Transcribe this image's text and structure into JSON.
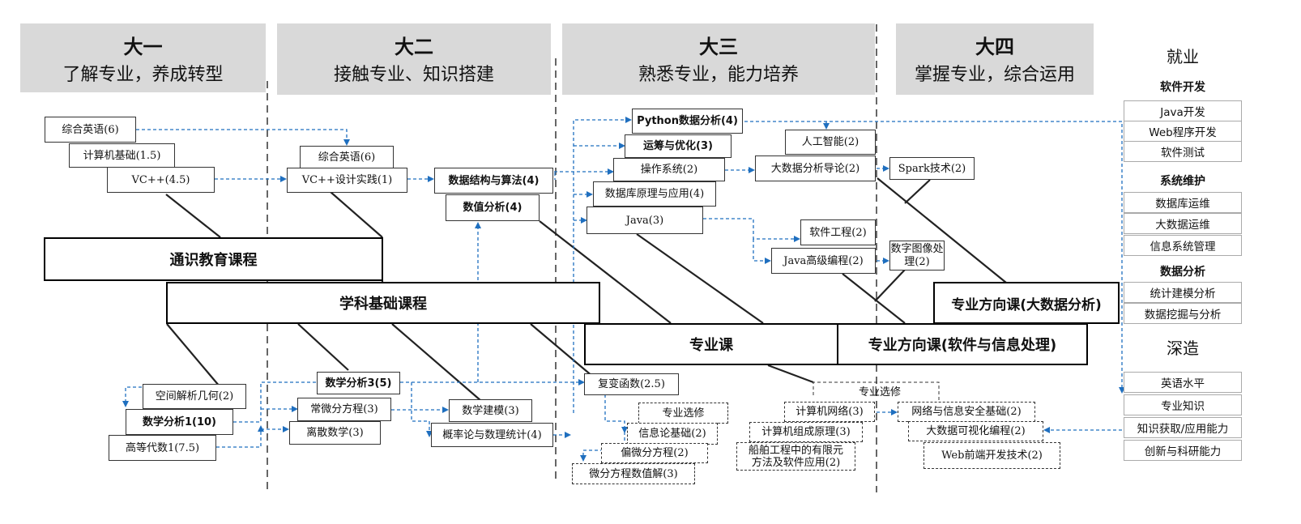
{
  "years": [
    {
      "year": "大一",
      "desc": "了解专业，养成转型"
    },
    {
      "year": "大二",
      "desc": "接触专业、知识搭建"
    },
    {
      "year": "大三",
      "desc": "熟悉专业，能力培养"
    },
    {
      "year": "大四",
      "desc": "掌握专业，综合运用"
    }
  ],
  "main_categories": {
    "general": "通识教育课程",
    "basic": "学科基础课程",
    "major": "专业课",
    "direction_software": "专业方向课(软件与信息处理)",
    "direction_bigdata": "专业方向课(大数据分析)"
  },
  "courses": {
    "english1": "综合英语(6)",
    "computer_basics": "计算机基础(1.5)",
    "vcpp": "VC++(4.5)",
    "english2": "综合英语(6)",
    "vcpp_practice": "VC++设计实践(1)",
    "data_structures": "数据结构与算法(4)",
    "numerical_analysis": "数值分析(4)",
    "python_analysis": "Python数据分析(4)",
    "optimization": "运筹与优化(3)",
    "os": "操作系统(2)",
    "db_principles": "数据库原理与应用(4)",
    "java": "Java(3)",
    "ai": "人工智能(2)",
    "bigdata_intro": "大数据分析导论(2)",
    "spark": "Spark技术(2)",
    "software_eng": "软件工程(2)",
    "java_advanced": "Java高级编程(2)",
    "digital_image": "数字图像处理(2)",
    "analytic_geometry": "空间解析几何(2)",
    "math_analysis1": "数学分析1(10)",
    "advanced_algebra": "高等代数1(7.5)",
    "math_analysis3": "数学分析3(5)",
    "ode": "常微分方程(3)",
    "discrete_math": "离散数学(3)",
    "math_modeling": "数学建模(3)",
    "probability": "概率论与数理统计(4)",
    "complex_functions": "复变函数(2.5)",
    "elective_label1": "专业选修",
    "info_theory": "信息论基础(2)",
    "pde": "偏微分方程(2)",
    "ode_numerical": "微分方程数值解(3)",
    "elective_label2": "专业选修",
    "computer_network": "计算机网络(3)",
    "computer_org": "计算机组成原理(3)",
    "ship_fem": "船舶工程中的有限元方法及软件应用(2)",
    "network_security": "网络与信息安全基础(2)",
    "bigdata_vis": "大数据可视化编程(2)",
    "web_frontend": "Web前端开发技术(2)"
  },
  "careers": {
    "employment": "就业",
    "software_dev": {
      "title": "软件开发",
      "items": [
        "Java开发",
        "Web程序开发",
        "软件测试"
      ]
    },
    "sys_maintenance": {
      "title": "系统维护",
      "items": [
        "数据库运维",
        "大数据运维",
        "信息系统管理"
      ]
    },
    "data_analysis": {
      "title": "数据分析",
      "items": [
        "统计建模分析",
        "数据挖掘与分析"
      ]
    },
    "further_study": "深造",
    "study_items": [
      "英语水平",
      "专业知识",
      "知识获取/应用能力",
      "创新与科研能力"
    ]
  },
  "colors": {
    "arrow": "#1f6fbf",
    "header_bg": "#d9d9d9",
    "divider": "#666666"
  }
}
